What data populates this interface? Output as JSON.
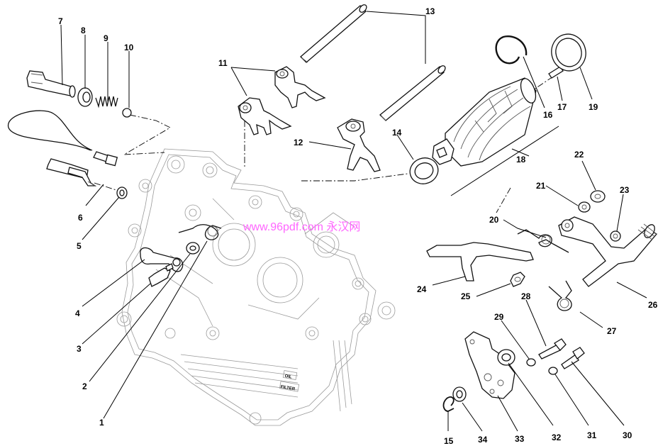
{
  "watermark": "www.96pdf.com  永汉网",
  "decals": {
    "oil": "OIL",
    "filter": "FILTER"
  },
  "callouts": [
    {
      "number": "1"
    },
    {
      "number": "2"
    },
    {
      "number": "3"
    },
    {
      "number": "4"
    },
    {
      "number": "5"
    },
    {
      "number": "6"
    },
    {
      "number": "7"
    },
    {
      "number": "8"
    },
    {
      "number": "9"
    },
    {
      "number": "10"
    },
    {
      "number": "11"
    },
    {
      "number": "12"
    },
    {
      "number": "13"
    },
    {
      "number": "14"
    },
    {
      "number": "15"
    },
    {
      "number": "16"
    },
    {
      "number": "17"
    },
    {
      "number": "18"
    },
    {
      "number": "19"
    },
    {
      "number": "20"
    },
    {
      "number": "21"
    },
    {
      "number": "22"
    },
    {
      "number": "23"
    },
    {
      "number": "24"
    },
    {
      "number": "25"
    },
    {
      "number": "26"
    },
    {
      "number": "27"
    },
    {
      "number": "28"
    },
    {
      "number": "29"
    },
    {
      "number": "30"
    },
    {
      "number": "31"
    },
    {
      "number": "32"
    },
    {
      "number": "33"
    },
    {
      "number": "34"
    }
  ],
  "colors": {
    "line": "#000000",
    "watermark": "#ff66ff",
    "background": "#ffffff"
  }
}
